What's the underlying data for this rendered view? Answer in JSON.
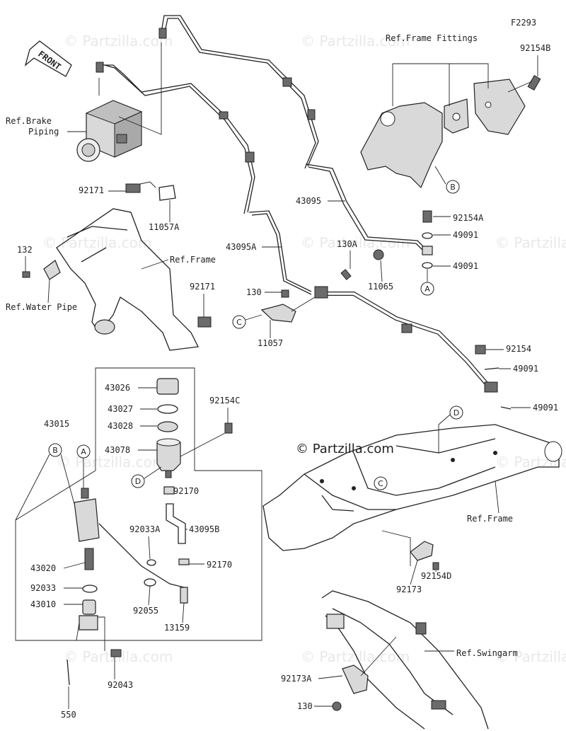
{
  "figure_code": "F2293",
  "front_label": "FRONT",
  "watermarks": [
    "© Partzilla.com",
    "© Partzilla.com",
    "© Partzilla.com",
    "© Partzilla.com",
    "© Partzilla.com",
    "© Partzilla.com",
    "© Partzilla.com",
    "© Partzilla.com",
    "© Partzilla.com",
    "© Partzilla.com"
  ],
  "main_watermark": "© Partzilla.com",
  "callouts": {
    "a": "A",
    "b": "B",
    "c": "C",
    "d": "D"
  },
  "refs": {
    "brake_piping": [
      "Ref.Brake",
      "Piping"
    ],
    "frame_fittings": "Ref.Frame Fittings",
    "frame_top": "Ref.Frame",
    "water_pipe": "Ref.Water Pipe",
    "frame_right": "Ref.Frame",
    "swingarm": "Ref.Swingarm"
  },
  "parts": {
    "p92154B": "92154B",
    "p92171_top": "92171",
    "p11057A": "11057A",
    "p132": "132",
    "p92171_mid": "92171",
    "p43095": "43095",
    "p43095A": "43095A",
    "p92154A": "92154A",
    "p49091_a": "49091",
    "p49091_b": "49091",
    "p130A": "130A",
    "p11065": "11065",
    "p130_mid": "130",
    "p11057": "11057",
    "p92154": "92154",
    "p49091_c": "49091",
    "p49091_d": "49091",
    "p43026": "43026",
    "p43027": "43027",
    "p43028": "43028",
    "p43015": "43015",
    "p43078": "43078",
    "p92154C": "92154C",
    "p92170_a": "92170",
    "p92033A": "92033A",
    "p43095B": "43095B",
    "p92170_b": "92170",
    "p43020": "43020",
    "p92033": "92033",
    "p92055": "92055",
    "p43010": "43010",
    "p13159": "13159",
    "p92043": "92043",
    "p550": "550",
    "p92173": "92173",
    "p92154D": "92154D",
    "p92173A": "92173A",
    "p130_bot": "130"
  }
}
